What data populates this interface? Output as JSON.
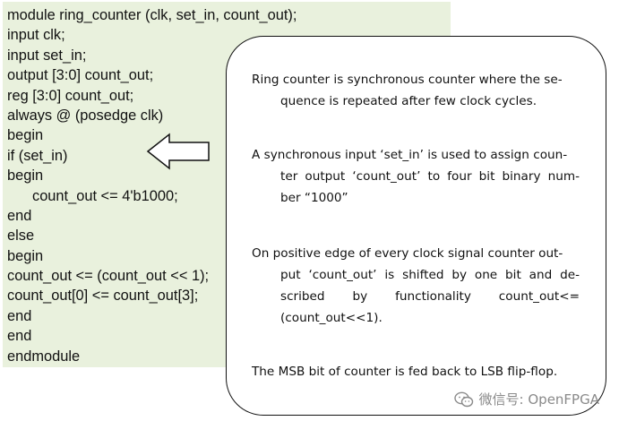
{
  "code": {
    "lines": [
      "module ring_counter (clk, set_in, count_out);",
      "input clk;",
      "input set_in;",
      "output [3:0] count_out;",
      "reg [3:0] count_out;",
      "always @ (posedge clk)",
      "begin",
      "if (set_in)",
      "begin",
      "count_out <= 4'b1000;",
      "end",
      "else",
      "begin",
      "count_out <= (count_out << 1);",
      "count_out[0] <= count_out[3];",
      "end",
      "end",
      "endmodule"
    ],
    "background": "#e9f1dd"
  },
  "notes": [
    {
      "first": "Ring counter is synchronous counter where the se-",
      "rest": "quence is repeated after few clock cycles."
    },
    {
      "first": "A synchronous input ‘set_in’ is used to assign coun-",
      "rest": "ter output ‘count_out’ to four bit binary num- ber “1000”"
    },
    {
      "first": "On positive edge of every clock signal counter out-",
      "rest": "put ‘count_out’ is shifted by one bit and de- scribed by functionality count_out<=(count_out<<1)."
    },
    {
      "first": "The MSB bit of counter is fed back to LSB flip-flop.",
      "rest": ""
    }
  ],
  "watermark": {
    "text": "微信号: OpenFPGA",
    "icon": "wechat-icon"
  }
}
